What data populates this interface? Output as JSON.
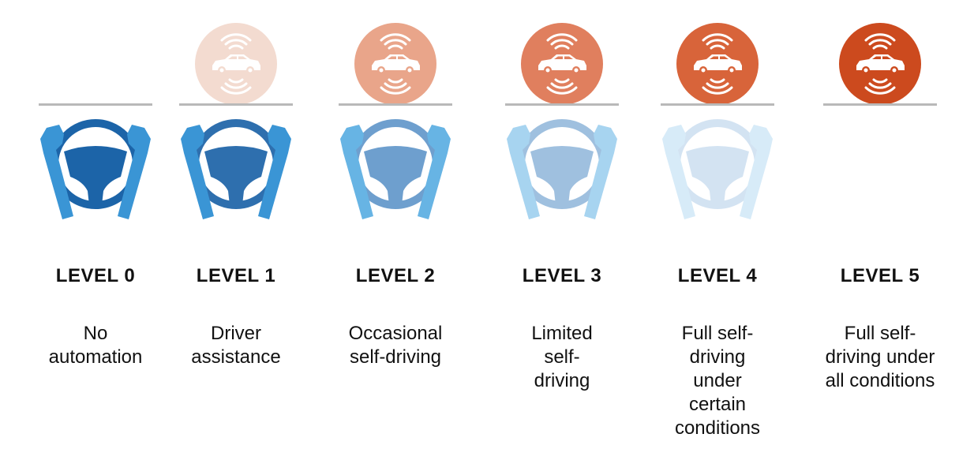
{
  "colors": {
    "car_circles": [
      "#f3dbd0",
      "#e9a58a",
      "#e07f5e",
      "#d8643a",
      "#cc4a1e"
    ],
    "hands": [
      "#3a95d5",
      "#3a95d5",
      "#67b4e4",
      "#a7d4f0",
      "#d7ebf8"
    ],
    "wheels": [
      "#1c64a8",
      "#2e6fae",
      "#6e9fce",
      "#9fc0df",
      "#d3e3f2"
    ],
    "divider": "#b9b9b9"
  },
  "levels": [
    {
      "title": "LEVEL 0",
      "description": "No\nautomation",
      "car_icon": null,
      "wheel_icon": "steering-wheel-hands-icon"
    },
    {
      "title": "LEVEL 1",
      "description": "Driver\nassistance",
      "car_icon": "connected-car-icon",
      "wheel_icon": "steering-wheel-hands-icon"
    },
    {
      "title": "LEVEL 2",
      "description": "Occasional\nself-driving",
      "car_icon": "connected-car-icon",
      "wheel_icon": "steering-wheel-hands-icon"
    },
    {
      "title": "LEVEL 3",
      "description": "Limited\nself-\ndriving",
      "car_icon": "connected-car-icon",
      "wheel_icon": "steering-wheel-hands-icon"
    },
    {
      "title": "LEVEL 4",
      "description": "Full self-\ndriving\nunder\ncertain\nconditions",
      "car_icon": "connected-car-icon",
      "wheel_icon": "steering-wheel-hands-icon"
    },
    {
      "title": "LEVEL 5",
      "description": "Full self-\ndriving under\nall conditions",
      "car_icon": "connected-car-icon",
      "wheel_icon": null
    }
  ]
}
